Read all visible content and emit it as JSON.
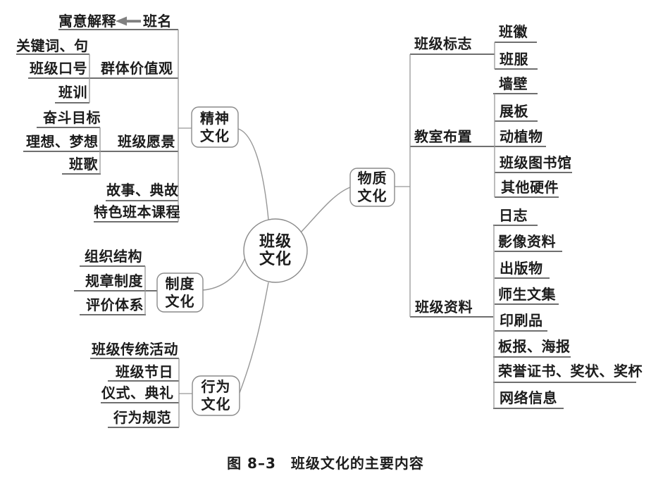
{
  "diagram": {
    "center": {
      "line1": "班级",
      "line2": "文化"
    },
    "spirit": {
      "node_line1": "精神",
      "node_line2": "文化",
      "items": {
        "meaning": "寓意解释",
        "class_name": "班名",
        "keywords": "关键词、句",
        "slogan": "班级口号",
        "values": "群体价值观",
        "motto": "班训",
        "goal": "奋斗目标",
        "ideal": "理想、梦想",
        "vision": "班级愿景",
        "song": "班歌",
        "story": "故事、典故",
        "course": "特色班本课程"
      }
    },
    "system": {
      "node_line1": "制度",
      "node_line2": "文化",
      "items": {
        "structure": "组织结构",
        "rules": "规章制度",
        "evaluation": "评价体系"
      }
    },
    "behavior": {
      "node_line1": "行为",
      "node_line2": "文化",
      "items": {
        "tradition": "班级传统活动",
        "festival": "班级节日",
        "ceremony": "仪式、典礼",
        "norms": "行为规范"
      }
    },
    "material": {
      "node_line1": "物质",
      "node_line2": "文化",
      "logo": {
        "label": "班级标志",
        "items": {
          "emblem": "班徽",
          "uniform": "班服"
        }
      },
      "classroom": {
        "label": "教室布置",
        "items": {
          "wall": "墙壁",
          "board": "展板",
          "plants": "动植物",
          "library": "班级图书馆",
          "hardware": "其他硬件"
        }
      },
      "archives": {
        "label": "班级资料",
        "items": {
          "journal": "日志",
          "video": "影像资料",
          "publication": "出版物",
          "anthology": "师生文集",
          "print": "印刷品",
          "poster": "板报、海报",
          "awards": "荣誉证书、奖状、奖杯",
          "web": "网络信息"
        }
      }
    },
    "icons": {
      "class_name_arrow": "left-arrow"
    },
    "colors": {
      "background": "#ffffff",
      "text": "#1c1c1c",
      "underline": "#6f6f6f",
      "wire": "#979797",
      "arrow": "#808080"
    },
    "caption": "图 8–3　班级文化的主要内容"
  }
}
